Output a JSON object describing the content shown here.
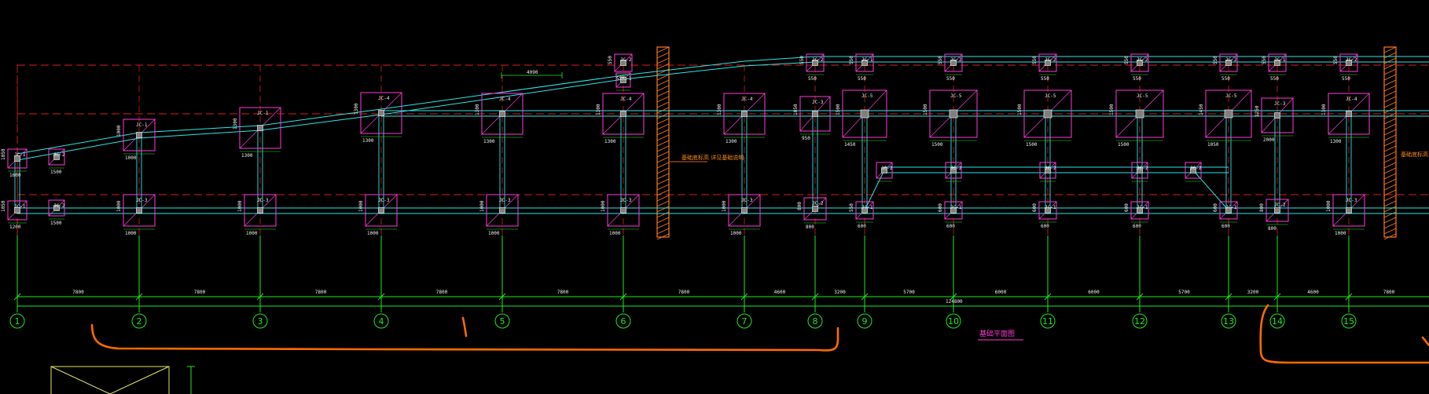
{
  "drawing": {
    "title": "基础平面图",
    "total_dimension": "124800",
    "side_note_left": "基础底标高 详见基础说明",
    "side_note_right": "基础底标高 详见基础说明",
    "top_dim_4090": "4090",
    "colors": {
      "background": "#000000",
      "axis": "#1eea1e",
      "beam": "#2ee6e6",
      "grid_dashed": "#d81e1e",
      "footing": "#ff3ad8",
      "column": "#7f7f7f",
      "markup": "#ff6a00",
      "wall_hatch": "#ff7a1a"
    }
  },
  "axes": [
    {
      "label": "1"
    },
    {
      "label": "2"
    },
    {
      "label": "3"
    },
    {
      "label": "4"
    },
    {
      "label": "5"
    },
    {
      "label": "6"
    },
    {
      "label": "7"
    },
    {
      "label": "8"
    },
    {
      "label": "9"
    },
    {
      "label": "10"
    },
    {
      "label": "11"
    },
    {
      "label": "12"
    },
    {
      "label": "13"
    },
    {
      "label": "14"
    },
    {
      "label": "15"
    }
  ],
  "spans": [
    "7800",
    "7800",
    "7800",
    "7800",
    "7800",
    "7800",
    "4600",
    "3200",
    "5700",
    "6000",
    "6000",
    "5700",
    "3200",
    "4600",
    "7800"
  ],
  "footings": {
    "upper": [
      {
        "tag": "JC-1",
        "w": "1600",
        "h": "1050"
      },
      {
        "tag": "JC-1",
        "w": "1000",
        "h": "1000"
      },
      {
        "tag": "JC-1",
        "w": "1300",
        "h": "1300"
      },
      {
        "tag": "JC-4",
        "w": "1300",
        "h": "1300"
      },
      {
        "tag": "JC-4",
        "w": "1300",
        "h": "1300"
      },
      {
        "tag": "JC-4",
        "w": "1300",
        "h": "1300"
      },
      {
        "tag": "JC-4",
        "w": "1300",
        "h": "1300"
      },
      {
        "tag": "JC-3",
        "w": "950",
        "h": "1050"
      },
      {
        "tag": "JC-5",
        "w": "1450",
        "h": "1500"
      },
      {
        "tag": "JC-5",
        "w": "1500",
        "h": "1500"
      },
      {
        "tag": "JC-5",
        "w": "1500",
        "h": "1500"
      },
      {
        "tag": "JC-5",
        "w": "1500",
        "h": "1500"
      },
      {
        "tag": "JC-5",
        "w": "1050",
        "h": "1450"
      },
      {
        "tag": "JC-3",
        "w": "2000",
        "h": "1250"
      },
      {
        "tag": "JC-4",
        "w": "1300",
        "h": "1300"
      }
    ],
    "lower": [
      {
        "tag": "JC-1",
        "w": "1200",
        "h": "1050"
      },
      {
        "tag": "JC-3",
        "w": "1000",
        "h": "1000"
      },
      {
        "tag": "JC-3",
        "w": "1000",
        "h": "1000"
      },
      {
        "tag": "JC-3",
        "w": "1000",
        "h": "1000"
      },
      {
        "tag": "JC-3",
        "w": "1000",
        "h": "1000"
      },
      {
        "tag": "JC-3",
        "w": "1000",
        "h": "1000"
      },
      {
        "tag": "JC-3",
        "w": "1000",
        "h": "1000"
      },
      {
        "tag": "JC-2",
        "w": "800",
        "h": "800"
      },
      {
        "tag": "JC-1",
        "w": "600",
        "h": "550"
      },
      {
        "tag": "JC-1",
        "w": "600",
        "h": "600"
      },
      {
        "tag": "JC-1",
        "w": "600",
        "h": "600"
      },
      {
        "tag": "JC-1",
        "w": "600",
        "h": "600"
      },
      {
        "tag": "JC-1",
        "w": "600",
        "h": "600"
      },
      {
        "tag": "JC-2",
        "w": "800",
        "h": "800"
      },
      {
        "tag": "JC-3",
        "w": "1000",
        "h": "1000"
      }
    ],
    "top": [
      {
        "tag": "JC-2",
        "w": "550",
        "h": "550"
      },
      {
        "tag": "JC-2",
        "w": "550",
        "h": "550"
      },
      {
        "tag": "JC-1",
        "w": "550",
        "h": "550"
      },
      {
        "tag": "JC-2",
        "w": "550",
        "h": "550"
      },
      {
        "tag": "JC-2",
        "w": "550",
        "h": "550"
      },
      {
        "tag": "JC-2",
        "w": "550",
        "h": "550"
      },
      {
        "tag": "JC-2",
        "w": "550",
        "h": "550"
      },
      {
        "tag": "JC-1",
        "w": "550",
        "h": "550"
      },
      {
        "tag": "JC-2",
        "w": "550",
        "h": "550"
      }
    ],
    "middle": [
      {
        "tag": "JC-2"
      },
      {
        "tag": "JC-2"
      },
      {
        "tag": "JC-2"
      },
      {
        "tag": "JC-2"
      },
      {
        "tag": "JC-2"
      }
    ]
  }
}
